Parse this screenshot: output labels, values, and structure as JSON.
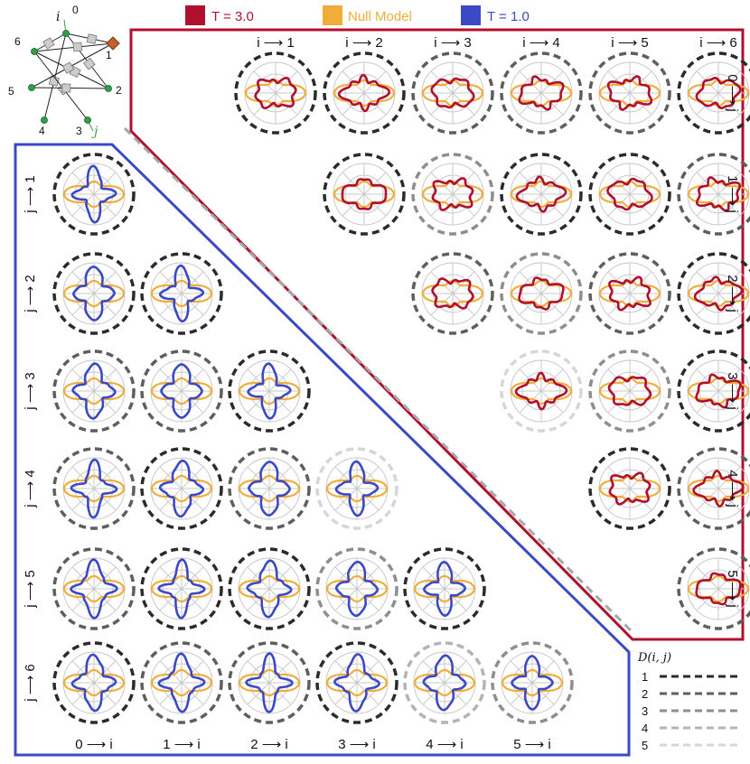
{
  "legend": {
    "items": [
      {
        "label": "T = 3.0",
        "color": "#b0102e"
      },
      {
        "label": "Null Model",
        "color": "#f0ad3a"
      },
      {
        "label": "T = 1.0",
        "color": "#3c49c4"
      }
    ]
  },
  "graph": {
    "node_labels": [
      "0",
      "1",
      "2",
      "3",
      "4",
      "5",
      "6"
    ],
    "source_label": "i",
    "target_label": "j"
  },
  "distance_legend": {
    "title": "D(i, j)",
    "levels": [
      "1",
      "2",
      "3",
      "4",
      "5"
    ],
    "colors": [
      "#2b2b2b",
      "#5e5e5e",
      "#8e8e8e",
      "#b4b4b4",
      "#d6d6d6"
    ]
  },
  "chart_data": {
    "type": "polar-grid",
    "upper_panel": {
      "series": "T = 3.0",
      "color": "#b0102e",
      "col_labels": [
        "i ⟶ 1",
        "i ⟶ 2",
        "i ⟶ 3",
        "i ⟶ 4",
        "i ⟶ 5",
        "i ⟶ 6"
      ],
      "row_labels": [
        "0 ⟶ j",
        "1 ⟶ j",
        "2 ⟶ j",
        "3 ⟶ j",
        "4 ⟶ j",
        "5 ⟶ j"
      ],
      "distance": [
        [
          1,
          1,
          2,
          2,
          2,
          1
        ],
        [
          0,
          1,
          3,
          1,
          1,
          2
        ],
        [
          0,
          0,
          2,
          3,
          2,
          1
        ],
        [
          0,
          0,
          0,
          5,
          3,
          1
        ],
        [
          0,
          0,
          0,
          0,
          1,
          2
        ],
        [
          0,
          0,
          0,
          0,
          0,
          2
        ]
      ]
    },
    "lower_panel": {
      "series": "T = 1.0",
      "color": "#3c49c4",
      "row_labels": [
        "j ⟶ 1",
        "j ⟶ 2",
        "j ⟶ 3",
        "j ⟶ 4",
        "j ⟶ 5",
        "j ⟶ 6"
      ],
      "col_labels": [
        "0 ⟶ i",
        "1 ⟶ i",
        "2 ⟶ i",
        "3 ⟶ i",
        "4 ⟶ i",
        "5 ⟶ i"
      ],
      "distance": [
        [
          1,
          0,
          0,
          0,
          0,
          0
        ],
        [
          1,
          1,
          0,
          0,
          0,
          0
        ],
        [
          2,
          2,
          1,
          0,
          0,
          0
        ],
        [
          2,
          1,
          2,
          5,
          0,
          0
        ],
        [
          2,
          1,
          1,
          3,
          1,
          0
        ],
        [
          1,
          2,
          2,
          1,
          4,
          3
        ]
      ]
    },
    "null_series": "Null Model",
    "null_color": "#f0ad3a"
  }
}
